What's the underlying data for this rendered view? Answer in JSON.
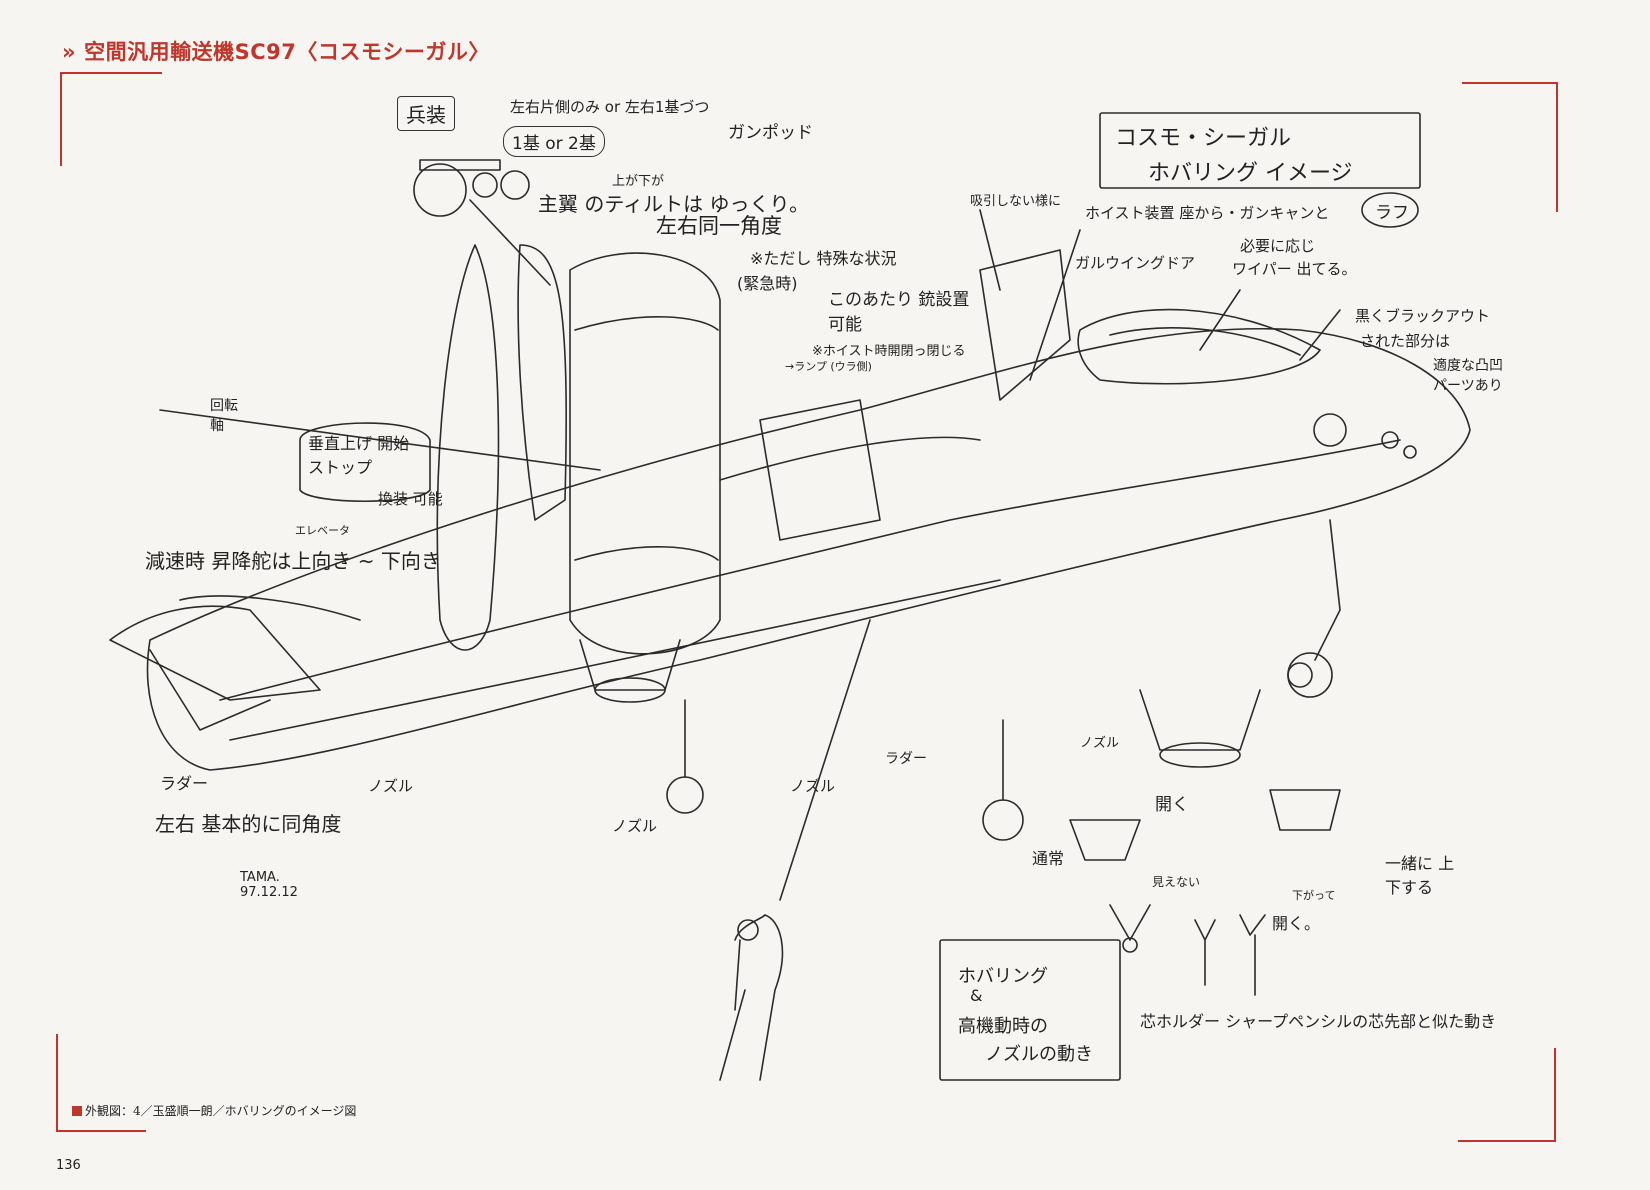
{
  "header": {
    "chevron": "»",
    "title": "空間汎用輸送機SC97〈コスモシーガル〉"
  },
  "caption": {
    "text": "外観図：4／玉盛順一朗／ホバリングのイメージ図"
  },
  "page_number": "136",
  "colors": {
    "accent": "#c0362c",
    "ink": "#222222",
    "paper": "#f6f5f1"
  },
  "notes": {
    "armament_box": "兵装",
    "armament_count": "1基 or 2基",
    "armament_desc": "左右片側のみ or 左右1基づつ",
    "gunpod": "ガンポッド",
    "title_box_line1": "コスモ・シーガル",
    "title_box_line2": "ホバリング イメージ",
    "rough": "ラフ",
    "tilt_label": "上が下が",
    "main_wing_tilt": "主翼 のティルトは ゆっくり。",
    "same_angle": "左右同一角度",
    "special": "※ただし 特殊な状況",
    "emergency": "(緊急時)",
    "gun_mount": "このあたり 銃設置可能",
    "hoist_open": "※ホイスト時開閉っ閉じる",
    "lamp": "→ランプ (ウラ側)",
    "attachment": "吸引しない様に",
    "hoist_location": "ホイスト装置 座から・ガンキャンと",
    "gullwing": "ガルウイングドア",
    "as_needed": "必要に応じ",
    "wiper": "ワイパー 出てる。",
    "blackout": "黒くブラックアウト",
    "blackout2": "された部分は",
    "blackout3": "適度な凸凹パーツあり",
    "rotation": "回転軸",
    "vertical": "垂直上げ 開始 ストップ",
    "exchange": "換装 可能",
    "elevator_small": "エレベータ",
    "decel": "減速時 昇降舵は上向き ~ 下向き",
    "rudder_left": "ラダー",
    "rudder_note": "左右 基本的に同角度",
    "nozzle1": "ノズル",
    "nozzle2": "ノズル",
    "nozzle3": "ノズル",
    "nozzle4": "ノズル",
    "rudder_mid": "ラダー",
    "open": "開く",
    "normal": "通常",
    "invisible": "見えない",
    "down": "下がって",
    "open2": "開く。",
    "together": "一緒に 上下する",
    "hover_box_line1": "ホバリング",
    "hover_box_line2": "&",
    "hover_box_line3": "高機動時の",
    "hover_box_line4": "ノズルの動き",
    "pencil": "芯ホルダー シャープペンシルの芯先部と似た動き",
    "signature": "TAMA. 97.12.12"
  }
}
